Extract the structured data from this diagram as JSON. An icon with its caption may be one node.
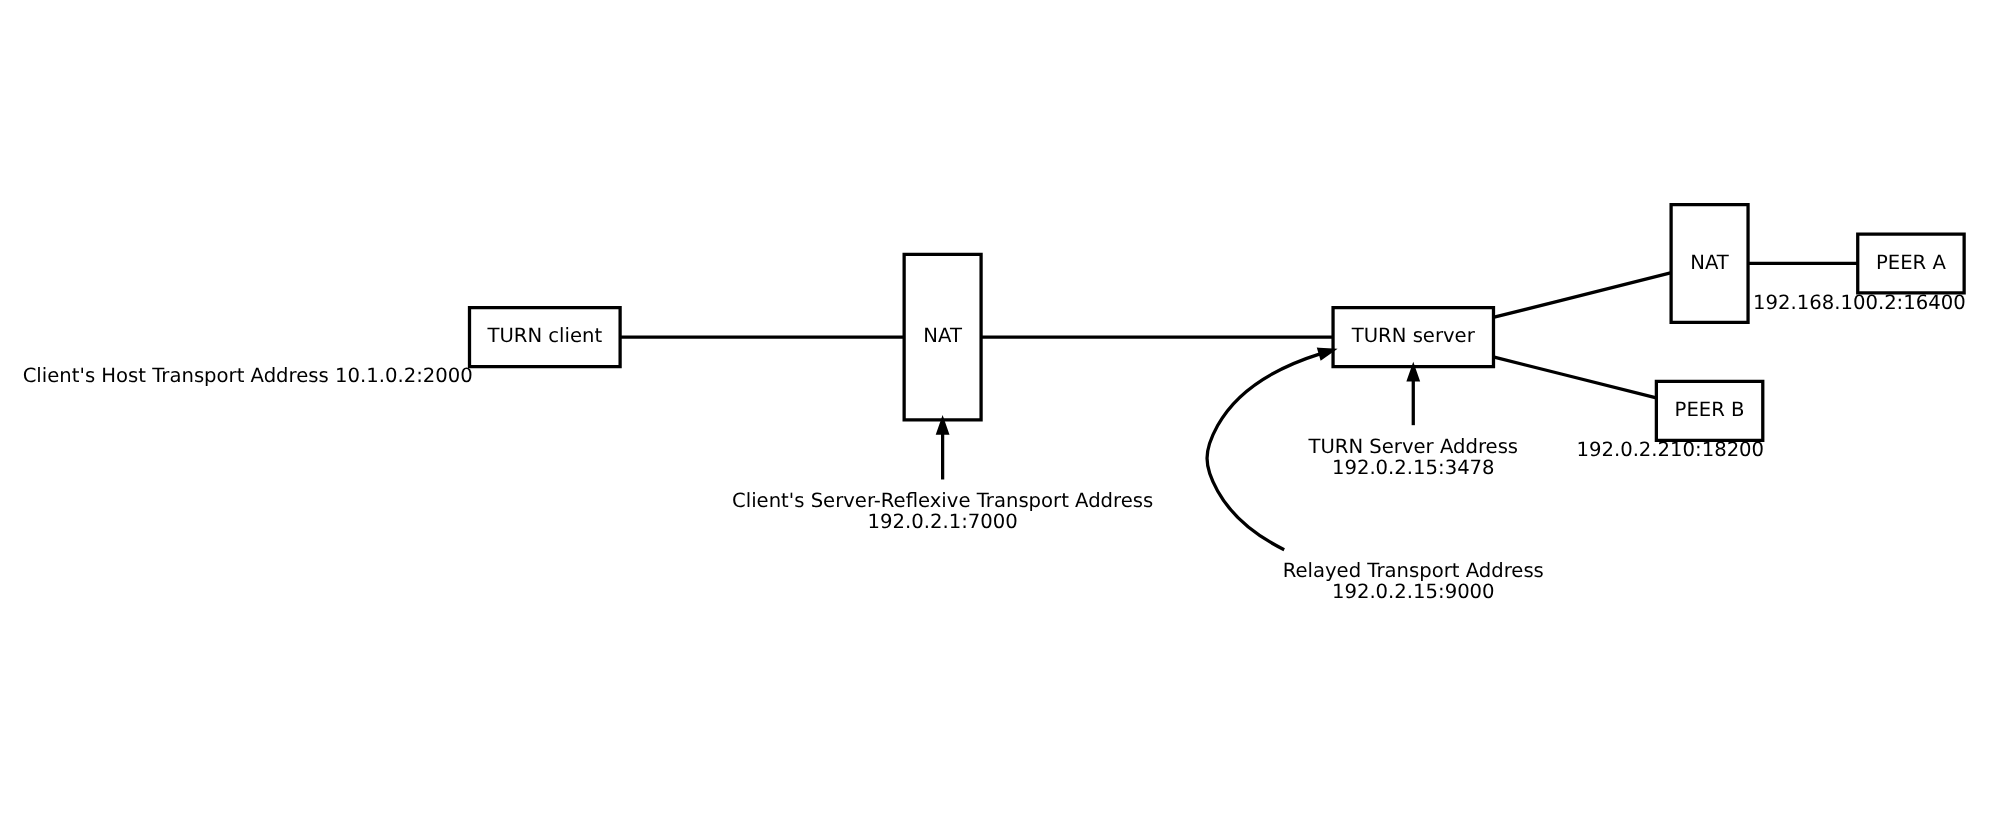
{
  "diagram": {
    "nodes": [
      {
        "text": [
          "TURN client"
        ],
        "beside": [
          "Client's Host Transport Address 10.1.0.2:2000"
        ]
      },
      {
        "text": [
          "NAT"
        ]
      },
      {
        "text": [
          "TURN server"
        ]
      },
      {
        "text": [
          "NAT"
        ]
      },
      {
        "text": [
          "PEER A"
        ],
        "beside": [
          "192.168.100.2:16400"
        ]
      },
      {
        "text": [
          "PEER B"
        ],
        "beside": [
          "192.0.2.210:18200"
        ]
      },
      {
        "text": [
          "Client's Server-Reflexive Transport Address",
          "192.0.2.1:7000"
        ]
      },
      {
        "text": [
          "TURN Server Address",
          "192.0.2.15:3478"
        ]
      },
      {
        "text": [
          "Relayed Transport Address",
          "192.0.2.15:9000"
        ]
      }
    ],
    "edges": [
      {
        "from": 0,
        "to": 1,
        "arrow": "none"
      },
      {
        "from": 1,
        "to": 2,
        "arrow": "none"
      },
      {
        "from": 2,
        "to": 3,
        "arrow": "none"
      },
      {
        "from": 3,
        "to": 4,
        "arrow": "none"
      },
      {
        "from": 2,
        "to": 5,
        "arrow": "none"
      },
      {
        "from": 6,
        "to": 1,
        "arrow": "to"
      },
      {
        "from": 7,
        "to": 2,
        "arrow": "to"
      },
      {
        "from": 8,
        "to": 2,
        "arrow": "to"
      }
    ]
  }
}
